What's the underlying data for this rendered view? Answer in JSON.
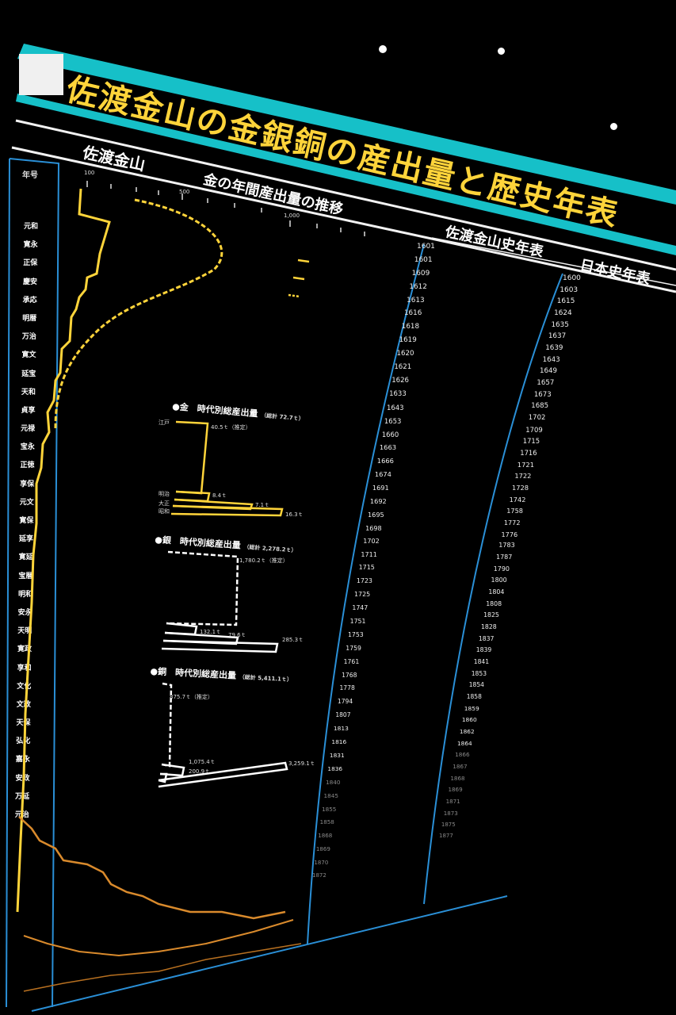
{
  "title": "佐渡金山の金銀銅の産出量と歴史年表",
  "subtitle_left": "佐渡金山",
  "subtitle_chart": "金の年間産出量の推移",
  "subtitle_history": "佐渡金山史年表",
  "subtitle_japan": "日本史年表",
  "left_column_header": "年号",
  "eras": [
    "元和",
    "寛永",
    "正保",
    "慶安",
    "承応",
    "明暦",
    "万治",
    "寛文",
    "延宝",
    "天和",
    "貞享",
    "元禄",
    "宝永",
    "正徳",
    "享保",
    "元文",
    "寛保",
    "延享",
    "寛延",
    "宝暦",
    "明和",
    "安永",
    "天明",
    "寛政",
    "享和",
    "文化",
    "文政",
    "天保",
    "弘化",
    "嘉永",
    "安政",
    "万延",
    "元治"
  ],
  "chart_scale": [
    "100",
    "500",
    "1,000"
  ],
  "gold": {
    "heading": "●金　時代別総産出量",
    "total": "（総計 72.7ｔ）",
    "edo_label": "江戸",
    "edo_value": "40.5ｔ（推定）",
    "meiji_label": "明治",
    "meiji_value": "8.4ｔ",
    "taisho_label": "大正",
    "taisho_value": "7.1ｔ",
    "showa_label": "昭和",
    "showa_value": "16.3ｔ"
  },
  "silver": {
    "heading": "●銀　時代別総産出量",
    "total": "（総計 2,278.2ｔ）",
    "edo_value": "1,780.2ｔ（推定）",
    "meiji_value": "132.1ｔ",
    "taisho_value": "79.6ｔ",
    "showa_value": "285.3ｔ"
  },
  "copper": {
    "heading": "●銅　時代別総産出量",
    "total": "（総計 5,411.1ｔ）",
    "edo_value": "875.7ｔ（推定）",
    "meiji_value": "1,075.4ｔ",
    "taisho_value": "200.9ｔ",
    "showa_value": "3,259.1ｔ"
  },
  "history_years": [
    "1601",
    "1601",
    "1609",
    "1612",
    "1613",
    "1616",
    "1618",
    "1619",
    "1620",
    "1621",
    "1626",
    "1633",
    "1643",
    "1653",
    "1660",
    "1663",
    "1666",
    "1674",
    "1691",
    "1692",
    "1695",
    "1698",
    "1702",
    "1711",
    "1715",
    "1723",
    "1725",
    "1747",
    "1751",
    "1753",
    "1759",
    "1761",
    "1768",
    "1778",
    "1794",
    "1807",
    "1813",
    "1816",
    "1831",
    "1836",
    "1840",
    "1845",
    "1855",
    "1858",
    "1868",
    "1869",
    "1870",
    "1872"
  ],
  "japan_years": [
    "1600",
    "1603",
    "1615",
    "1624",
    "1635",
    "1637",
    "1639",
    "1643",
    "1649",
    "1657",
    "1673",
    "1685",
    "1702",
    "1709",
    "1715",
    "1716",
    "1721",
    "1722",
    "1728",
    "1742",
    "1758",
    "1772",
    "1776",
    "1783",
    "1787",
    "1790",
    "1800",
    "1804",
    "1808",
    "1825",
    "1828",
    "1837",
    "1839",
    "1841",
    "1853",
    "1854",
    "1858",
    "1859",
    "1860",
    "1862",
    "1864",
    "1866",
    "1867",
    "1868",
    "1869",
    "1871",
    "1873",
    "1875",
    "1877"
  ],
  "colors": {
    "gold": "#ffd43a",
    "accent_teal": "#16c0c8",
    "frame_blue": "#2a8fd6",
    "copper": "#d98a2c",
    "background": "#000000"
  }
}
